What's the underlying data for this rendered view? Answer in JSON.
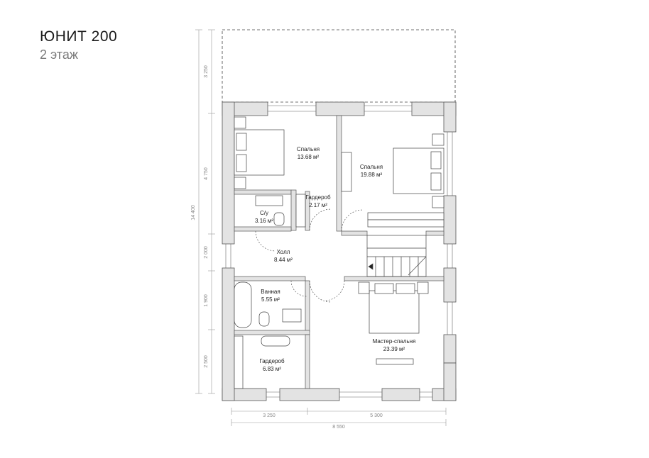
{
  "header": {
    "title": "ЮНИТ 200",
    "subtitle": "2 этаж"
  },
  "rooms": [
    {
      "name": "Спальня",
      "area": "13.68 м²"
    },
    {
      "name": "Спальня",
      "area": "19.88 м²"
    },
    {
      "name": "Гардероб",
      "area": "2.17 м²"
    },
    {
      "name": "С/у",
      "area": "3.16 м²"
    },
    {
      "name": "Холл",
      "area": "8.44 м²"
    },
    {
      "name": "Ванная",
      "area": "5.55 м²"
    },
    {
      "name": "Мастер-спальня",
      "area": "23.39 м²"
    },
    {
      "name": "Гардероб",
      "area": "6.83 м²"
    }
  ],
  "dimensions": {
    "vertical": [
      "3 250",
      "4 750",
      "2 000",
      "1 900",
      "2 500"
    ],
    "total_vertical": "14 400",
    "horizontal": [
      "3 250",
      "5 300"
    ],
    "total_horizontal": "8 550"
  },
  "colors": {
    "wall": "#e3e3e3",
    "wall_stroke": "#555555",
    "line": "#444444",
    "dim": "#999999"
  }
}
